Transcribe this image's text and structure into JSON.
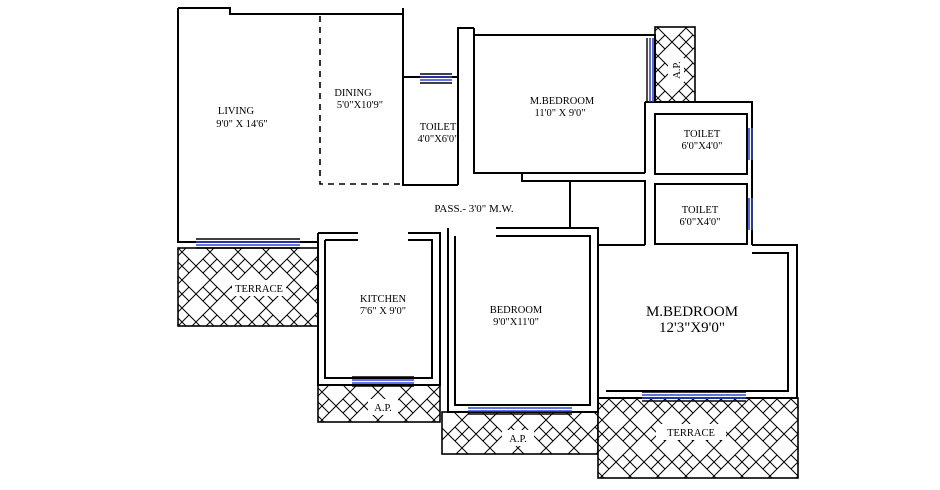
{
  "rooms": {
    "living": {
      "name": "LIVING",
      "size": "9'0\" X 14'6\""
    },
    "dining": {
      "name": "DINING",
      "size": "5'0\"X10'9\""
    },
    "toilet_1": {
      "name": "TOILET",
      "size": "4'0\"X6'0\""
    },
    "master_bedroom_1": {
      "name": "M.BEDROOM",
      "size": "11'0\" X 9'0\""
    },
    "toilet_2": {
      "name": "TOILET",
      "size": "6'0\"X4'0\""
    },
    "toilet_3": {
      "name": "TOILET",
      "size": "6'0\"X4'0\""
    },
    "passage": {
      "label": "PASS.- 3'0\" M.W."
    },
    "kitchen": {
      "name": "KITCHEN",
      "size": "7'6\" X 9'0\""
    },
    "bedroom": {
      "name": "BEDROOM",
      "size": "9'0\"X11'0\""
    },
    "master_bedroom_2": {
      "name": "M.BEDROOM",
      "size": "12'3\"X9'0\""
    }
  },
  "outdoor": {
    "terrace_left": "TERRACE",
    "terrace_right": "TERRACE",
    "ap_top": "A.P.",
    "ap_kitchen": "A.P.",
    "ap_bedroom": "A.P."
  },
  "colors": {
    "window": "#2f45d8",
    "wall": "#000000",
    "background": "#ffffff"
  }
}
